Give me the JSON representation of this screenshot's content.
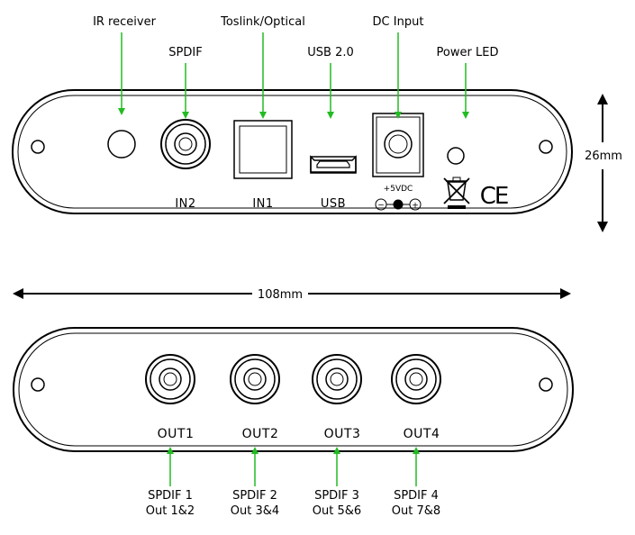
{
  "top_labels": {
    "ir": "IR receiver",
    "spdif": "SPDIF",
    "toslink": "Toslink/Optical",
    "usb": "USB 2.0",
    "dc": "DC Input",
    "led": "Power LED"
  },
  "port_labels": {
    "in2": "IN2",
    "in1": "IN1",
    "usb": "USB",
    "voltage": "+5VDC",
    "minus": "−",
    "plus": "+"
  },
  "ce_mark": "CE",
  "dimensions": {
    "height": "26mm",
    "width": "108mm"
  },
  "outputs": [
    {
      "label": "OUT1",
      "name": "SPDIF 1",
      "channels": "Out 1&2"
    },
    {
      "label": "OUT2",
      "name": "SPDIF 2",
      "channels": "Out 3&4"
    },
    {
      "label": "OUT3",
      "name": "SPDIF 3",
      "channels": "Out 5&6"
    },
    {
      "label": "OUT4",
      "name": "SPDIF 4",
      "channels": "Out 7&8"
    }
  ],
  "colors": {
    "arrow": "#22bb22",
    "outline": "#000000"
  }
}
